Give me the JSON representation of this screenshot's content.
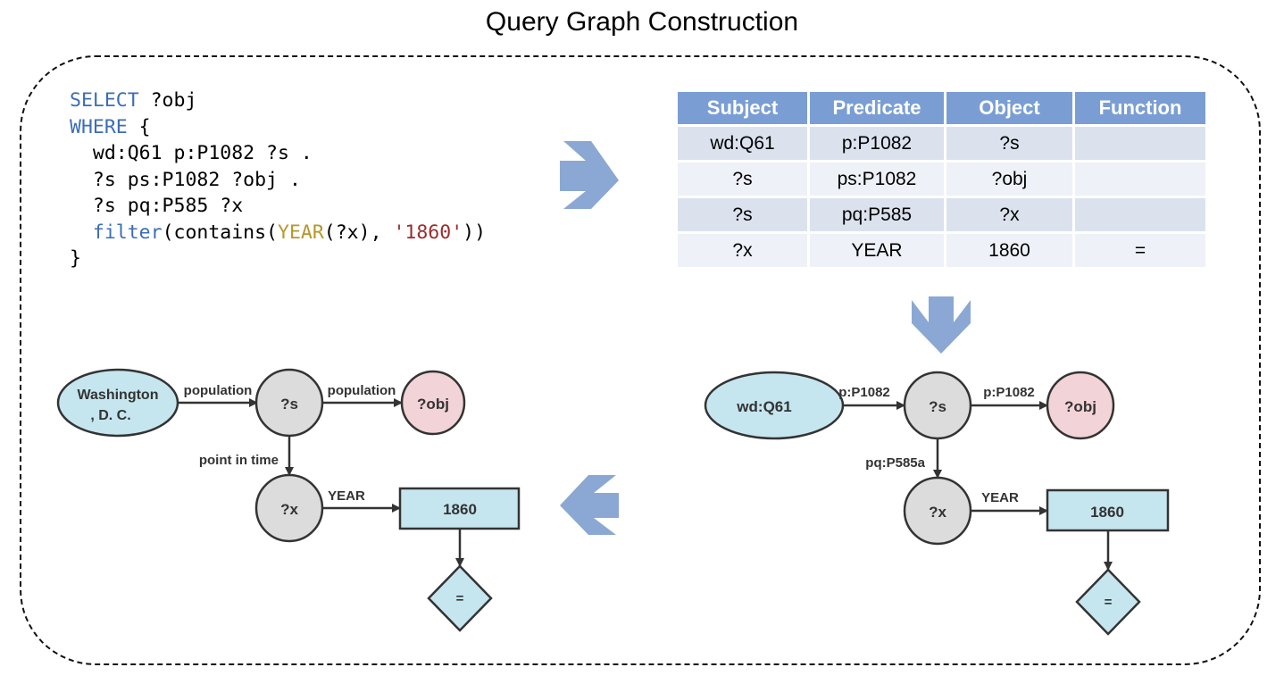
{
  "title": "Query Graph Construction",
  "sparql": [
    [
      {
        "t": "SELECT",
        "c": "kw"
      },
      {
        "t": " ?obj",
        "c": ""
      }
    ],
    [
      {
        "t": "WHERE",
        "c": "kw"
      },
      {
        "t": " {",
        "c": ""
      }
    ],
    [
      {
        "t": "  wd:Q61 p:P1082 ?s .",
        "c": ""
      }
    ],
    [
      {
        "t": "  ?s ps:P1082 ?obj .",
        "c": ""
      }
    ],
    [
      {
        "t": "  ?s pq:P585 ?x",
        "c": ""
      }
    ],
    [
      {
        "t": "  ",
        "c": ""
      },
      {
        "t": "filter",
        "c": "kw"
      },
      {
        "t": "(contains(",
        "c": ""
      },
      {
        "t": "YEAR",
        "c": "fn"
      },
      {
        "t": "(?x), ",
        "c": ""
      },
      {
        "t": "'1860'",
        "c": "str"
      },
      {
        "t": "))",
        "c": ""
      }
    ],
    [
      {
        "t": "}",
        "c": ""
      }
    ]
  ],
  "table": {
    "headers": [
      "Subject",
      "Predicate",
      "Object",
      "Function"
    ],
    "rows": [
      [
        "wd:Q61",
        "p:P1082",
        "?s",
        ""
      ],
      [
        "?s",
        "ps:P1082",
        "?obj",
        ""
      ],
      [
        "?s",
        "pq:P585",
        "?x",
        ""
      ],
      [
        "?x",
        "YEAR",
        "1860",
        "="
      ]
    ]
  },
  "graph_raw": {
    "nodes": {
      "subject": "wd:Q61",
      "s": "?s",
      "obj": "?obj",
      "x": "?x",
      "value": "1860",
      "func": "="
    },
    "edges": {
      "subject_s": "p:P1082",
      "s_obj": "p:P1082",
      "s_x": "pq:P585a",
      "x_value": "YEAR"
    }
  },
  "graph_named": {
    "nodes": {
      "subject_line1": "Washington",
      "subject_line2": ", D. C.",
      "s": "?s",
      "obj": "?obj",
      "x": "?x",
      "value": "1860",
      "func": "="
    },
    "edges": {
      "subject_s": "population",
      "s_obj": "population",
      "s_x": "point in time",
      "x_value": "YEAR"
    }
  },
  "colors": {
    "code_keyword": "#3c6db5",
    "code_function": "#b8962a",
    "code_string": "#9b2c2c",
    "table_header": "#7a9ed4",
    "entity_fill": "#c6e6ef",
    "variable_fill": "#dcdcdc",
    "answer_fill": "#f2d3d7",
    "flow_arrow": "#8aa8d3"
  }
}
